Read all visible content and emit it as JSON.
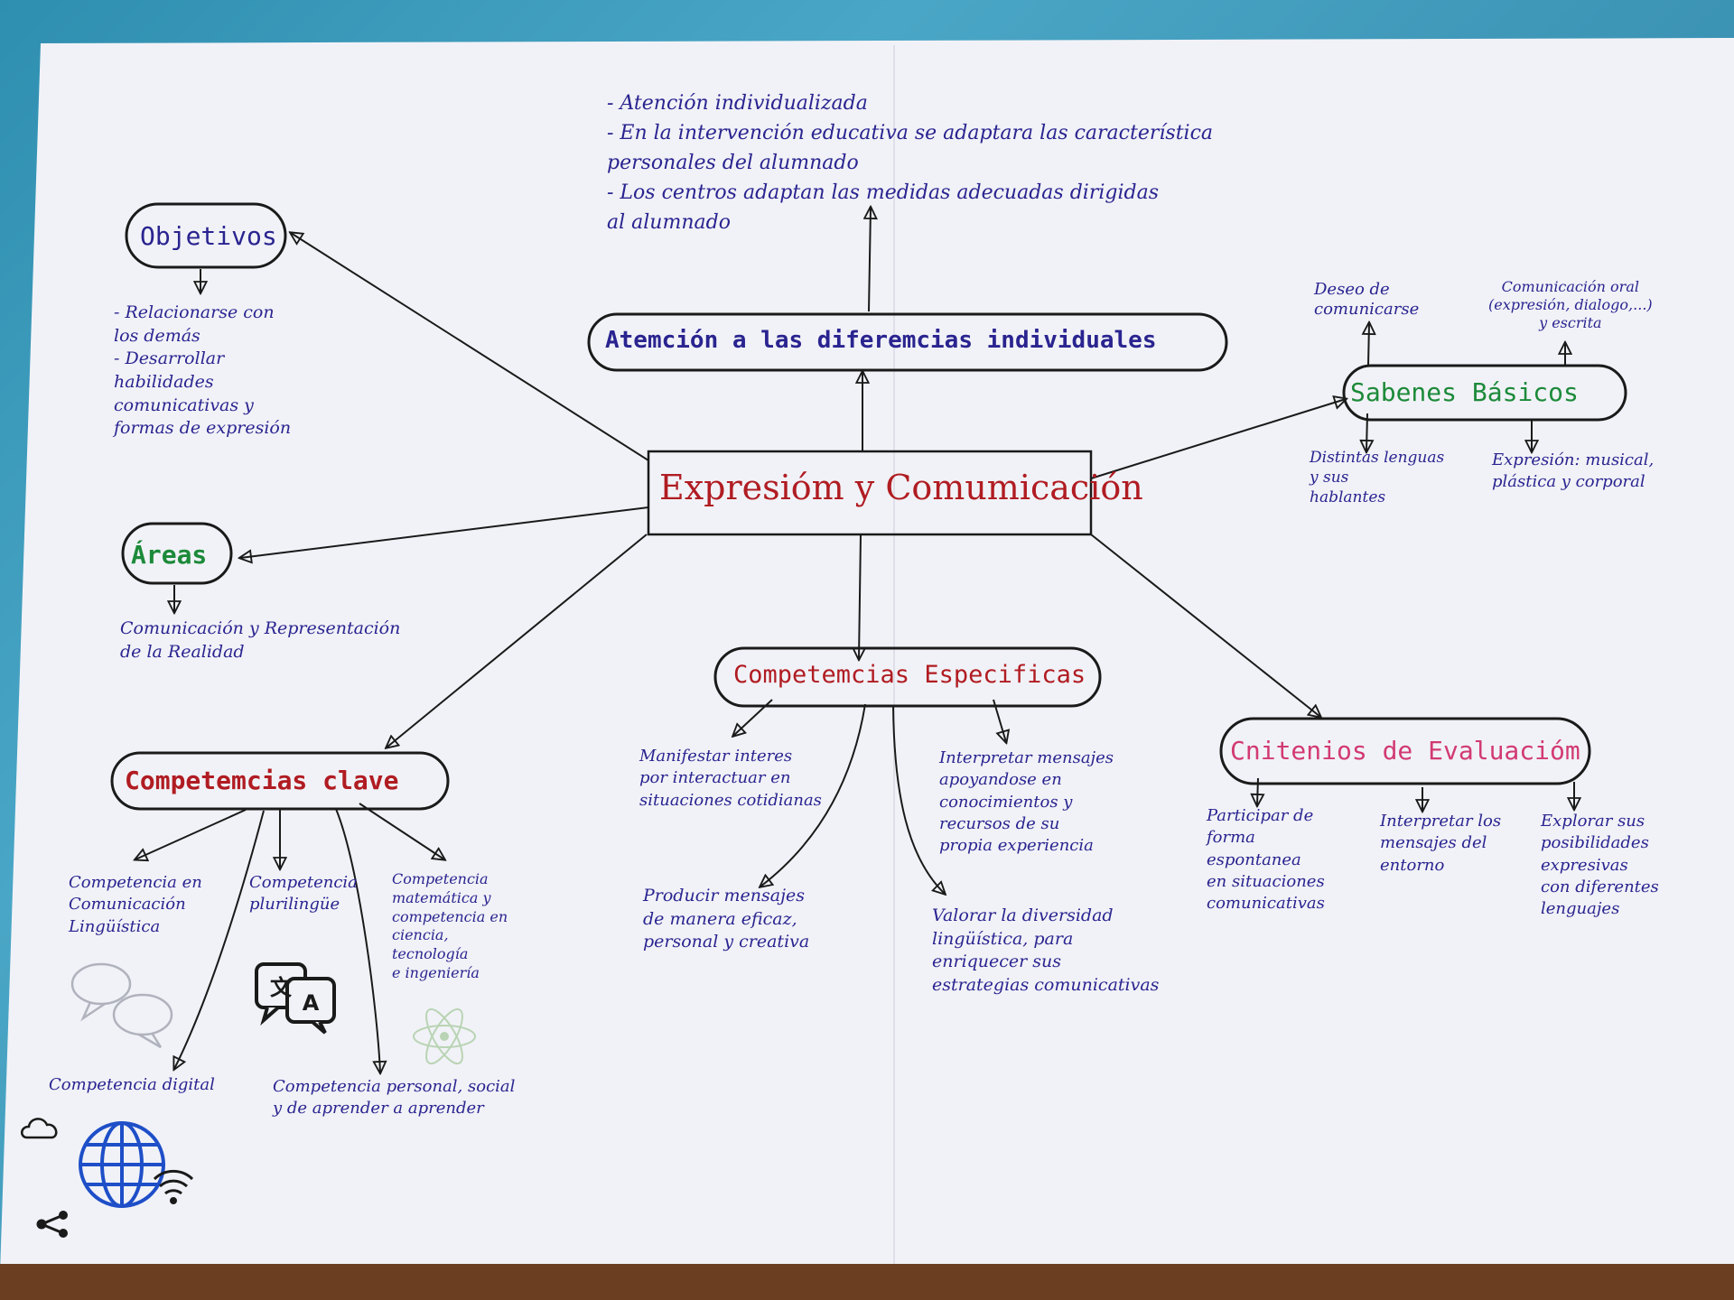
{
  "colors": {
    "paper": "#f1f2f7",
    "ink": "#1a1a1a",
    "purple": "#2a2490",
    "red": "#b01c22",
    "green": "#1c8a3a",
    "pink": "#d23a72"
  },
  "central": {
    "title": "Expresióm y Comumicación"
  },
  "atencion": {
    "title": "Atemción a las diferemcias individuales",
    "notes": "- Atención individualizada\n- En la intervención educativa se adaptara las característica\npersonales del alumnado\n- Los centros adaptan las medidas adecuadas dirigidas\nal alumnado"
  },
  "objetivos": {
    "title": "Objetivos",
    "notes": "- Relacionarse con\nlos demás\n- Desarrollar\nhabilidades\ncomunicativas y\nformas de expresión"
  },
  "areas": {
    "title": "Áreas",
    "notes": "Comunicación y Representación\nde la Realidad"
  },
  "saberes": {
    "title": "Sabenes Básicos",
    "item1": "Deseo de\ncomunicarse",
    "item2": "Comunicación oral\n(expresión, dialogo,...)\ny escrita",
    "item3": "Distintas lenguas\ny sus\nhablantes",
    "item4": "Expresión: musical,\nplástica y corporal"
  },
  "competencias_especificas": {
    "title": "Competemcias Especificas",
    "item1": "Manifestar interes\npor interactuar en\nsituaciones cotidianas",
    "item2": "Interpretar mensajes\napoyandose en\nconocimientos y\nrecursos de su\npropia experiencia",
    "item3": "Producir mensajes\nde manera eficaz,\npersonal y creativa",
    "item4": "Valorar la diversidad\nlingüística, para\nenriquecer sus\nestrategias comunicativas"
  },
  "criterios": {
    "title": "Cnitenios de Evaluacióm",
    "item1": "Participar de\nforma\nespontanea\nen situaciones\ncomunicativas",
    "item2": "Interpretar los\nmensajes del\nentorno",
    "item3": "Explorar sus\nposibilidades\nexpresivas\ncon diferentes\nlenguajes"
  },
  "competencias_clave": {
    "title": "Competemcias clave",
    "item1": "Competencia en\nComunicación\nLingüística",
    "item2": "Competencia\nplurilingüe",
    "item3": "Competencia\nmatemática y\ncompetencia en\nciencia,\ntecnología\ne ingeniería",
    "item4": "Competencia digital",
    "item5": "Competencia personal, social\ny de aprender a aprender"
  },
  "icons": {
    "translate_a": "A",
    "translate_b": "文"
  }
}
